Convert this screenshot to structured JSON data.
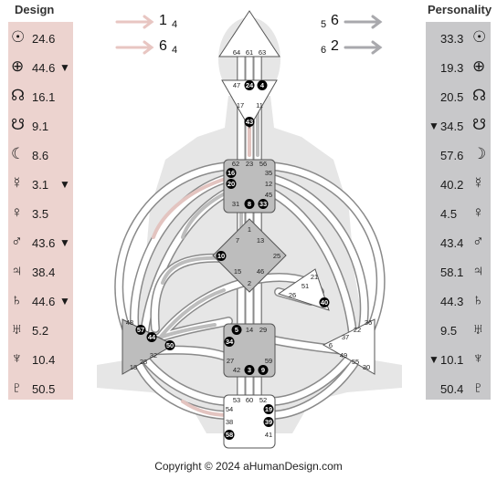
{
  "design": {
    "title": "Design",
    "rows": [
      {
        "planet": "sun-icon",
        "glyph": "☉",
        "value": "24.6",
        "arrow": ""
      },
      {
        "planet": "earth-icon",
        "glyph": "⊕",
        "value": "44.6",
        "arrow": "▼"
      },
      {
        "planet": "north-node-icon",
        "glyph": "☊",
        "value": "16.1",
        "arrow": ""
      },
      {
        "planet": "south-node-icon",
        "glyph": "☋",
        "value": "9.1",
        "arrow": ""
      },
      {
        "planet": "moon-icon",
        "glyph": "☾",
        "value": "8.6",
        "arrow": ""
      },
      {
        "planet": "mercury-icon",
        "glyph": "☿",
        "value": "3.1",
        "arrow": "▼"
      },
      {
        "planet": "venus-icon",
        "glyph": "♀",
        "value": "3.5",
        "arrow": ""
      },
      {
        "planet": "mars-icon",
        "glyph": "♂",
        "value": "43.6",
        "arrow": "▼"
      },
      {
        "planet": "jupiter-icon",
        "glyph": "♃",
        "value": "38.4",
        "arrow": ""
      },
      {
        "planet": "saturn-icon",
        "glyph": "♄",
        "value": "44.6",
        "arrow": "▼"
      },
      {
        "planet": "uranus-icon",
        "glyph": "♅",
        "value": "5.2",
        "arrow": ""
      },
      {
        "planet": "neptune-icon",
        "glyph": "♆",
        "value": "10.4",
        "arrow": ""
      },
      {
        "planet": "pluto-icon",
        "glyph": "♇",
        "value": "50.5",
        "arrow": ""
      }
    ]
  },
  "personality": {
    "title": "Personality",
    "rows": [
      {
        "planet": "sun-icon",
        "glyph": "☉",
        "value": "33.3",
        "arrow": ""
      },
      {
        "planet": "earth-icon",
        "glyph": "⊕",
        "value": "19.3",
        "arrow": ""
      },
      {
        "planet": "north-node-icon",
        "glyph": "☊",
        "value": "20.5",
        "arrow": ""
      },
      {
        "planet": "south-node-icon",
        "glyph": "☋",
        "value": "34.5",
        "arrow": "▼"
      },
      {
        "planet": "moon-icon",
        "glyph": "☽",
        "value": "57.6",
        "arrow": ""
      },
      {
        "planet": "mercury-icon",
        "glyph": "☿",
        "value": "40.2",
        "arrow": ""
      },
      {
        "planet": "venus-icon",
        "glyph": "♀",
        "value": "4.5",
        "arrow": ""
      },
      {
        "planet": "mars-icon",
        "glyph": "♂",
        "value": "43.4",
        "arrow": ""
      },
      {
        "planet": "jupiter-icon",
        "glyph": "♃",
        "value": "58.1",
        "arrow": ""
      },
      {
        "planet": "saturn-icon",
        "glyph": "♄",
        "value": "44.3",
        "arrow": ""
      },
      {
        "planet": "uranus-icon",
        "glyph": "♅",
        "value": "9.5",
        "arrow": ""
      },
      {
        "planet": "neptune-icon",
        "glyph": "♆",
        "value": "10.1",
        "arrow": "▼"
      },
      {
        "planet": "pluto-icon",
        "glyph": "♇",
        "value": "50.4",
        "arrow": ""
      }
    ]
  },
  "variables": {
    "design_top": {
      "digit": "1",
      "sub": "4"
    },
    "design_bottom": {
      "digit": "6",
      "sub": "4"
    },
    "personality_top": {
      "digit": "6",
      "sub": "5"
    },
    "personality_bottom": {
      "digit": "2",
      "sub": "6"
    }
  },
  "centers": {
    "head": [
      "64",
      "61",
      "63"
    ],
    "ajna": [
      "47",
      "24",
      "4",
      "17",
      "11",
      "43"
    ],
    "throat": [
      "62",
      "23",
      "56",
      "16",
      "35",
      "20",
      "12",
      "45",
      "31",
      "8",
      "33"
    ],
    "g": [
      "1",
      "7",
      "13",
      "10",
      "25",
      "15",
      "46",
      "2"
    ],
    "heart": [
      "21",
      "51",
      "26",
      "40"
    ],
    "spleen": [
      "48",
      "57",
      "44",
      "50",
      "32",
      "28",
      "18"
    ],
    "sacral": [
      "5",
      "14",
      "29",
      "34",
      "27",
      "59",
      "42",
      "3",
      "9"
    ],
    "solar_plexus": [
      "36",
      "22",
      "37",
      "6",
      "49",
      "55",
      "30"
    ],
    "root": [
      "53",
      "60",
      "52",
      "54",
      "19",
      "38",
      "39",
      "58",
      "41"
    ]
  },
  "colors": {
    "design": "#ecd3cf",
    "personality": "#c8c8ca",
    "defined_center": "#bdbdbd",
    "activated_gate": "#000000",
    "body_silhouette": "#e4e4e4"
  },
  "copyright": "Copyright © 2024 aHumanDesign.com"
}
